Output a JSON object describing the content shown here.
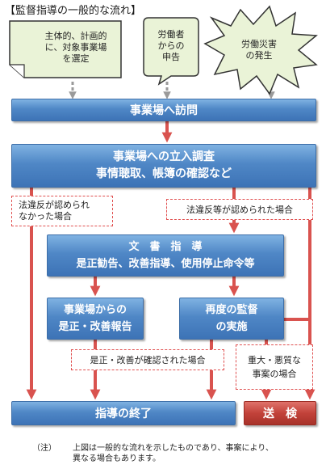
{
  "title": "【監督指導の一般的な流れ】",
  "triggers": {
    "selection": [
      "主体的、計画的",
      "に、対象事業場",
      "を選定"
    ],
    "complaint": [
      "労働者",
      "からの",
      "申告"
    ],
    "accident": [
      "労働災害",
      "の発生"
    ]
  },
  "steps": {
    "visit": "事業場へ訪問",
    "inspection": [
      "事業場への立入調査",
      "事情聴取、帳簿の確認など"
    ],
    "guidance": [
      "文　書　指　導",
      "是正勧告、改善指導、使用停止命令等"
    ],
    "report": [
      "事業場からの",
      "是正・改善報告"
    ],
    "reinspection": [
      "再度の監督",
      "の実施"
    ],
    "end": "指導の終了",
    "prosecution": "送　検"
  },
  "conditions": {
    "no_violation": [
      "法違反が認められ",
      "なかった場合"
    ],
    "violation": "法違反等が認められた場合",
    "confirmed": "是正・改善が確認された場合",
    "serious": [
      "重大・悪質な",
      "事案の場合"
    ]
  },
  "note": {
    "label": "（注）",
    "lines": [
      "上図は一般的な流れを示したものであり、事案により、",
      "異なる場合もあります。"
    ]
  },
  "colors": {
    "blue": "#4f87c6",
    "red": "#c2423a",
    "arrow": "#d9534f",
    "trigger_fill": "#eaf3d7",
    "dashed_border": "#e05050"
  }
}
